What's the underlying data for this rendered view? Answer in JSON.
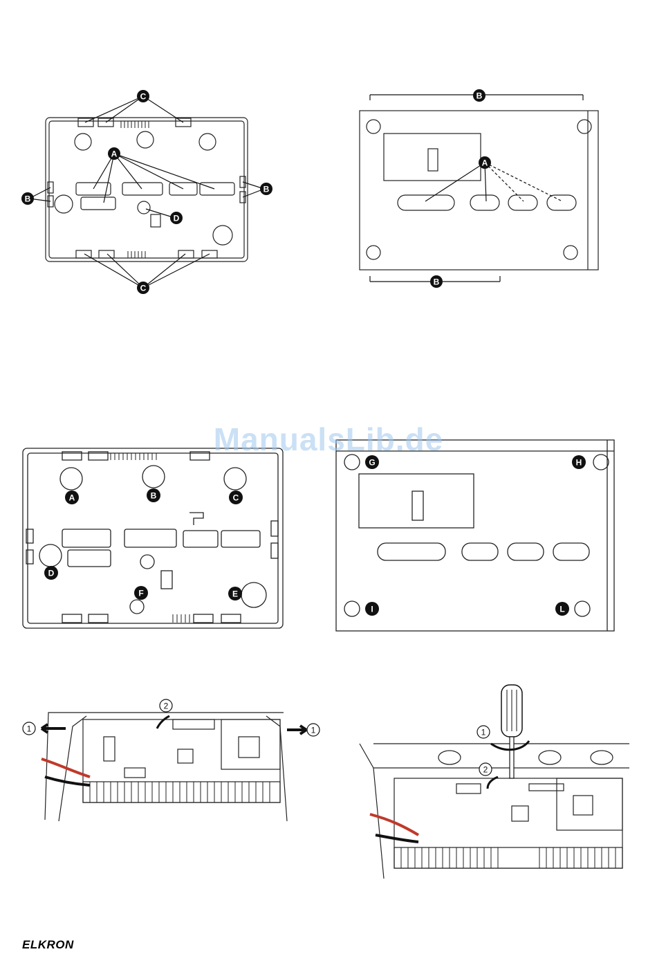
{
  "figures": {
    "fig1": {
      "labels": {
        "a": "A",
        "b": "B",
        "c": "C",
        "d": "D"
      }
    },
    "fig2": {
      "labels": {
        "a": "A",
        "b": "B"
      }
    },
    "fig3": {
      "labels": {
        "a": "A",
        "b": "B",
        "c": "C",
        "d": "D",
        "e": "E",
        "f": "F"
      }
    },
    "fig4": {
      "labels": {
        "g": "G",
        "h": "H",
        "i": "I",
        "l": "L"
      }
    },
    "fig5": {
      "steps": {
        "s1": "1",
        "s2": "2"
      }
    },
    "fig6": {
      "steps": {
        "s1": "1",
        "s2": "2"
      }
    }
  },
  "watermark": "ManualsLib.de",
  "logo": {
    "text": "ELKRON"
  }
}
